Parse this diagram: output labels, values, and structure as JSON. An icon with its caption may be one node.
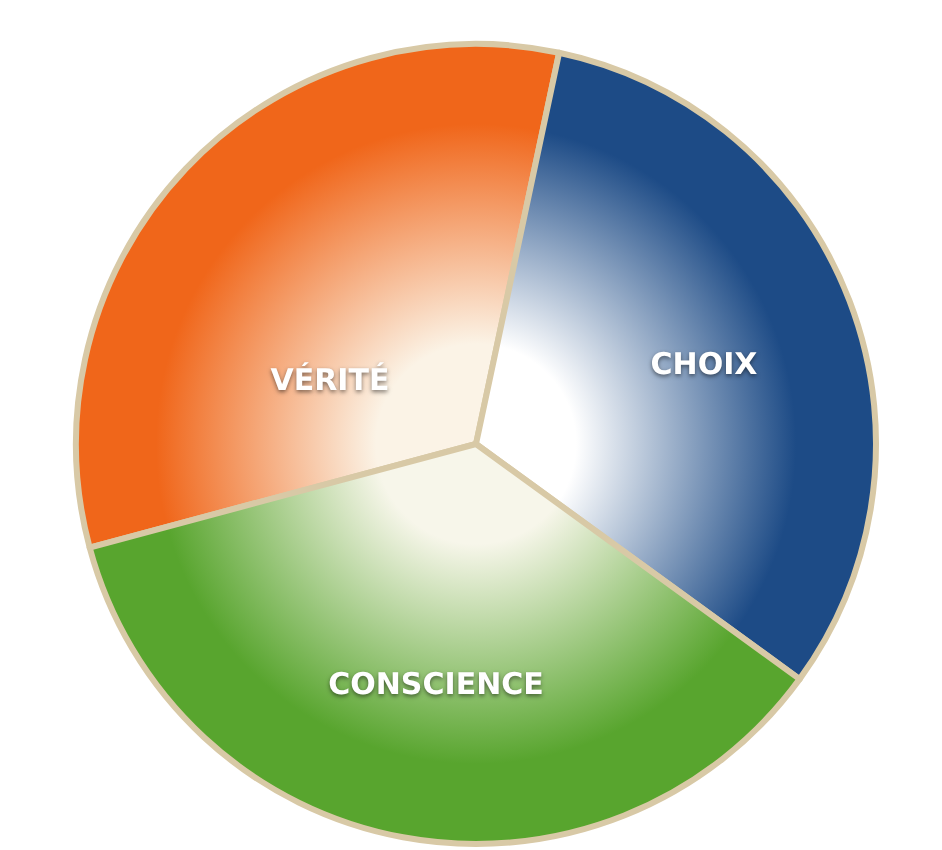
{
  "diagram": {
    "nodes": [
      {
        "text": [
          "VÉRITÉ"
        ]
      },
      {
        "text": [
          "CHOIX"
        ]
      },
      {
        "text": [
          "CONSCIENCE"
        ]
      }
    ]
  }
}
